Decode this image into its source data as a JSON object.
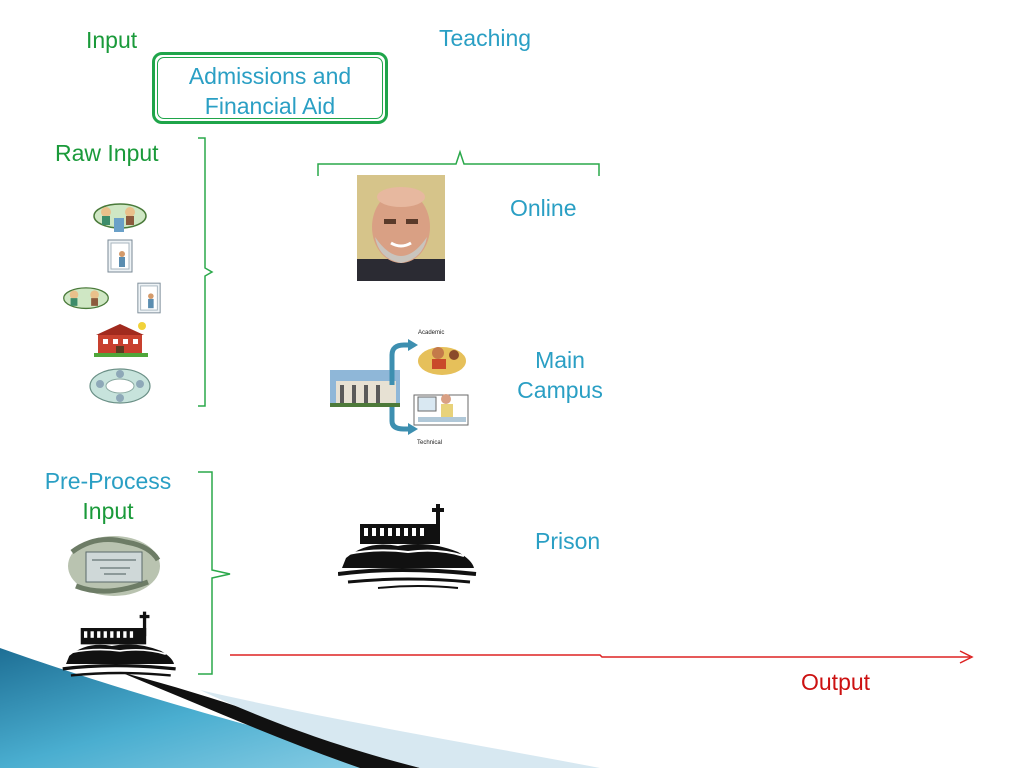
{
  "labels": {
    "input": "Input",
    "teaching": "Teaching",
    "admissions": "Admissions and Financial Aid",
    "raw_input": "Raw Input",
    "online": "Online",
    "main_campus_line1": "Main",
    "main_campus_line2": "Campus",
    "prison": "Prison",
    "pre_process_line1": "Pre-Process",
    "pre_process_line2": "Input",
    "output": "Output",
    "academic": "Academic",
    "technical": "Technical"
  },
  "colors": {
    "green": "#1a9a3a",
    "teal": "#2a9fc4",
    "red": "#cc1111",
    "bracket_raw": "#2aa84a",
    "bracket_teaching": "#2aa84a",
    "bracket_preprocess": "#2aa84a"
  },
  "icons": [
    "people-at-table-icon",
    "person-at-door-icon",
    "school-building-icon",
    "group-meeting-icon",
    "instructor-photo-icon",
    "campus-building-icon",
    "student-studying-icon",
    "student-computer-icon",
    "prison-island-icon",
    "school-sign-icon",
    "slide-corner-decoration"
  ]
}
